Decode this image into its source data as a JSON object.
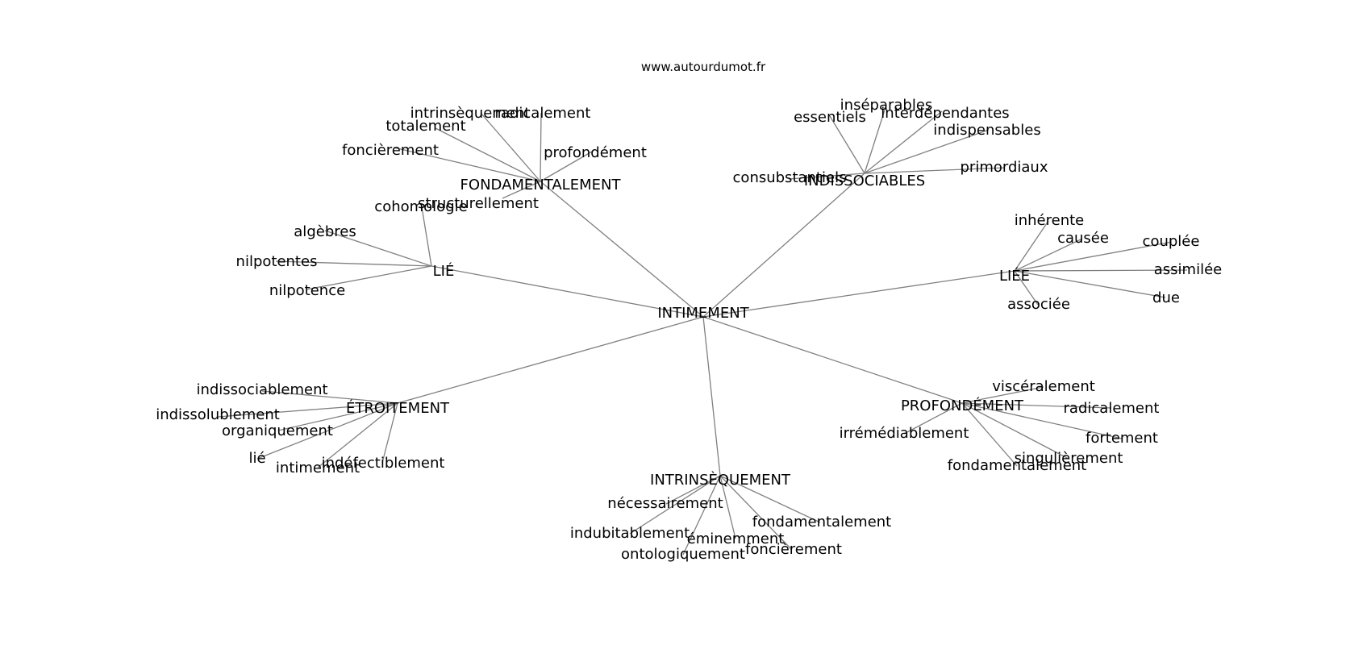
{
  "source": "www.autourdumot.fr",
  "center": "INTIMEMENT",
  "hubs": [
    {
      "id": "fondamentalement",
      "label": "FONDAMENTALEMENT",
      "leaves": [
        "intrinsèquement",
        "radicalement",
        "totalement",
        "foncièrement",
        "profondément",
        "structurellement"
      ]
    },
    {
      "id": "indissociables",
      "label": "INDISSOCIABLES",
      "leaves": [
        "inséparables",
        "essentiels",
        "interdépendantes",
        "indispensables",
        "primordiaux",
        "consubstantiels"
      ]
    },
    {
      "id": "lie",
      "label": "LIÉ",
      "leaves": [
        "cohomologie",
        "algèbres",
        "nilpotentes",
        "nilpotence"
      ]
    },
    {
      "id": "liee",
      "label": "LIÉE",
      "leaves": [
        "inhérente",
        "causée",
        "couplée",
        "assimilée",
        "due",
        "associée"
      ]
    },
    {
      "id": "etroitement",
      "label": "ÉTROITEMENT",
      "leaves": [
        "indissociablement",
        "indissolublement",
        "organiquement",
        "lié",
        "intimement",
        "indéfectiblement"
      ]
    },
    {
      "id": "intrinsequement",
      "label": "INTRINSÈQUEMENT",
      "leaves": [
        "nécessairement",
        "indubitablement",
        "éminemment",
        "ontologiquement",
        "fondamentalement",
        "foncièrement"
      ]
    },
    {
      "id": "profondement",
      "label": "PROFONDÉMENT",
      "leaves": [
        "viscéralement",
        "radicalement",
        "irrémédiablement",
        "fortement",
        "singulièrement",
        "fondamentalement"
      ]
    }
  ]
}
